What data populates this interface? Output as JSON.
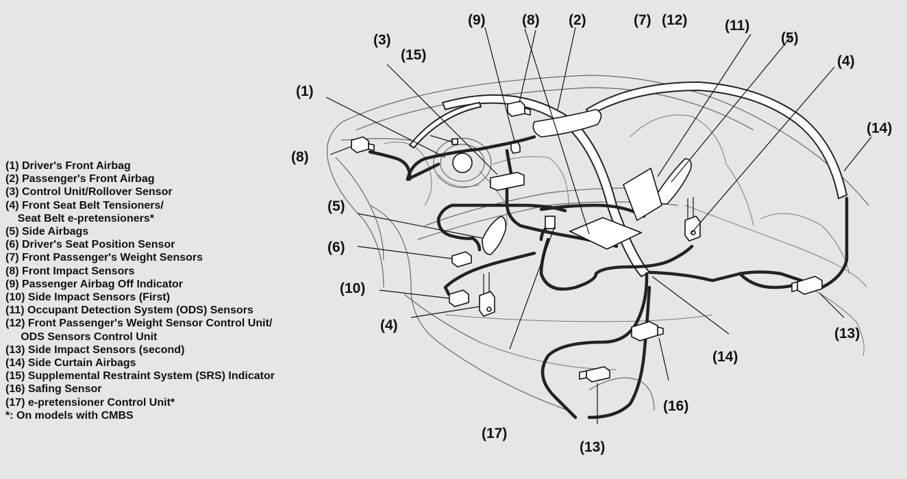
{
  "legend": [
    "(1) Driver's Front Airbag",
    "(2) Passenger's Front Airbag",
    "(3) Control Unit/Rollover Sensor",
    "(4) Front Seat Belt Tensioners/",
    "    Seat Belt e-pretensioners*",
    "(5) Side Airbags",
    "(6) Driver's Seat Position Sensor",
    "(7) Front Passenger's Weight Sensors",
    "(8) Front Impact Sensors",
    "(9) Passenger Airbag Off Indicator",
    "(10) Side Impact Sensors (First)",
    "(11) Occupant Detection System (ODS) Sensors",
    "(12) Front Passenger's Weight Sensor Control Unit/",
    "     ODS Sensors Control Unit",
    "(13) Side Impact Sensors (second)",
    "(14) Side Curtain Airbags",
    "(15) Supplemental Restraint System (SRS) Indicator",
    "(16) Safing Sensor",
    "(17) e-pretensioner Control Unit*",
    "*: On models with CMBS"
  ],
  "callouts": {
    "c1": "(1)",
    "c2": "(2)",
    "c3": "(3)",
    "c4a": "(4)",
    "c4b": "(4)",
    "c5a": "(5)",
    "c5b": "(5)",
    "c6": "(6)",
    "c7": "(7)",
    "c8a": "(8)",
    "c8b": "(8)",
    "c9": "(9)",
    "c10": "(10)",
    "c11": "(11)",
    "c12": "(12)",
    "c13a": "(13)",
    "c13b": "(13)",
    "c14a": "(14)",
    "c14b": "(14)",
    "c15": "(15)",
    "c16": "(16)",
    "c17": "(17)"
  }
}
